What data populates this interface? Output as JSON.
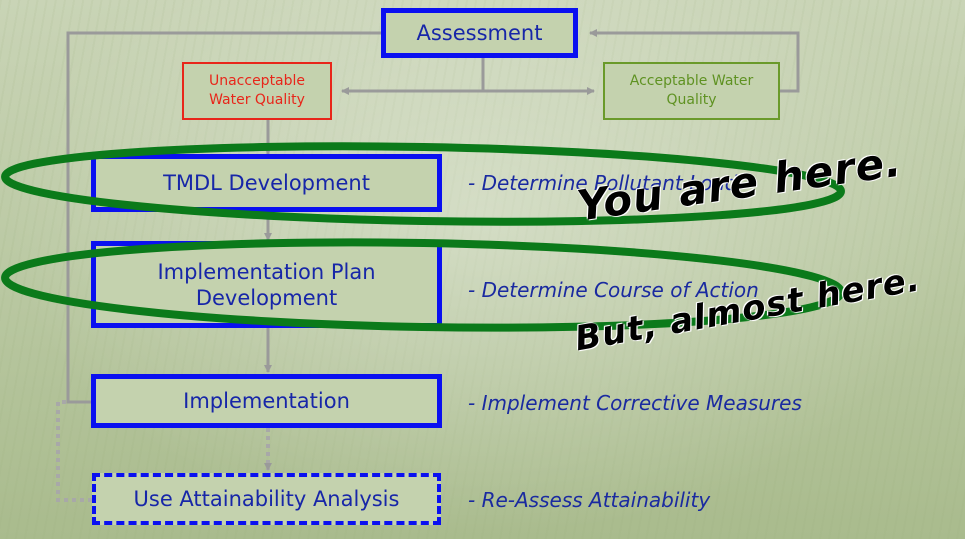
{
  "boxes": {
    "assessment": "Assessment",
    "unacceptable": "Unacceptable Water Quality",
    "acceptable": "Acceptable Water Quality",
    "tmdl": "TMDL Development",
    "implementation_plan": "Implementation Plan Development",
    "implementation": "Implementation",
    "use_attainability": "Use Attainability Analysis"
  },
  "descriptions": {
    "tmdl": "- Determine Pollutant Load",
    "implementation_plan": "- Determine Course of Action",
    "implementation": "- Implement Corrective Measures",
    "use_attainability": "- Re-Assess Attainability"
  },
  "callouts": {
    "you_are_here": "You are here.",
    "almost_here": "But, almost here."
  },
  "colors": {
    "primary_box": "#0a10f0",
    "unacceptable": "#e8261a",
    "acceptable": "#6a9a2a",
    "connector": "#9a9a9a",
    "highlight_ellipse": "#0b7a1a"
  }
}
